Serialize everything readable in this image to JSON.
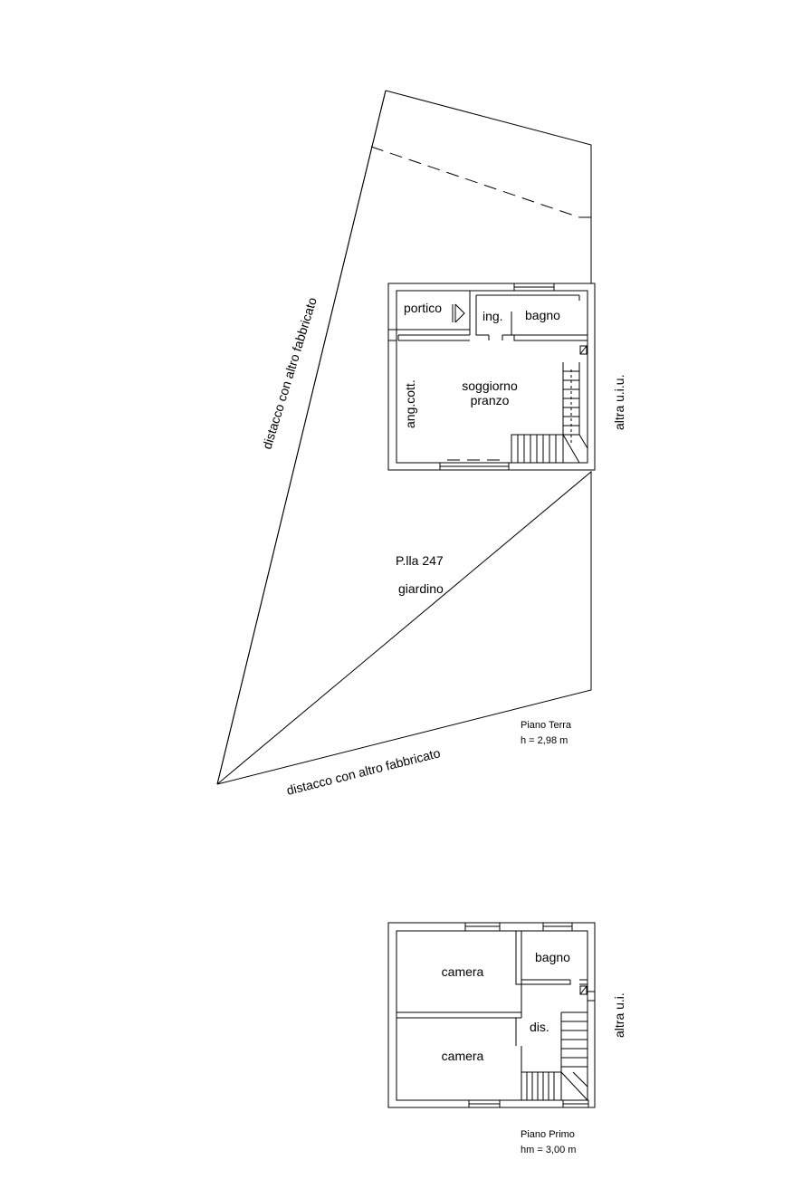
{
  "ground_floor": {
    "rooms": {
      "portico": "portico",
      "entrance": "ing.",
      "bathroom": "bagno",
      "kitchen_corner": "ang.cott.",
      "living_line1": "soggiorno",
      "living_line2": "pranzo"
    },
    "neighbor_right": "altra u.i.u.",
    "boundary_left": "distacco con altro fabbricato",
    "boundary_bottom": "distacco con altro fabbricato",
    "parcel": "P.lla 247",
    "garden": "giardino",
    "floor_name": "Piano Terra",
    "height": "h = 2,98 m"
  },
  "first_floor": {
    "rooms": {
      "bedroom_top": "camera",
      "bedroom_bottom": "camera",
      "bathroom": "bagno",
      "hallway": "dis."
    },
    "neighbor_right": "altra u.i.",
    "floor_name": "Piano Primo",
    "height": "hm = 3,00 m"
  }
}
